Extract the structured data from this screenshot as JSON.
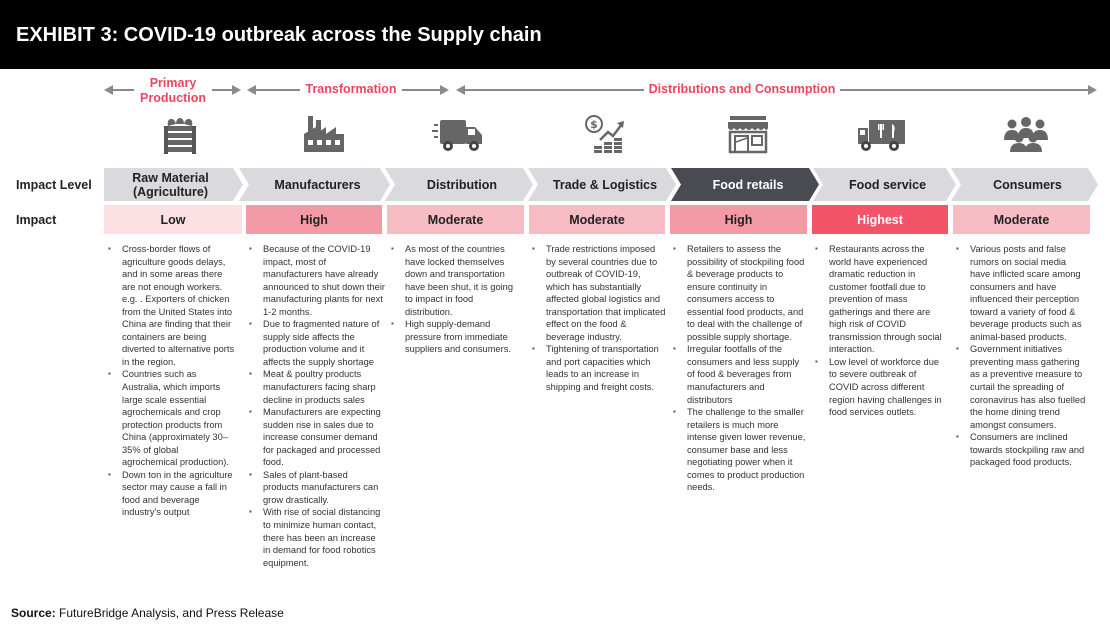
{
  "header": {
    "title": "EXHIBIT 3: COVID-19 outbreak across the Supply chain"
  },
  "stages": {
    "primary": "Primary\nProduction",
    "transformation": "Transformation",
    "distribution": "Distributions and Consumption"
  },
  "row_labels": {
    "impact_level": "Impact Level",
    "impact": "Impact"
  },
  "colors": {
    "chevron_default": "#d9d9de",
    "chevron_active": "#4a4a52",
    "stage_label": "#e8475f",
    "impact_low": "#fde0e4",
    "impact_high": "#f49aa6",
    "impact_moderate": "#f8bcc4",
    "impact_highest": "#f2546a"
  },
  "columns": [
    {
      "icon": "vegetable-crate-icon",
      "stage": "Raw Material\n(Agriculture)",
      "impact": "Low",
      "bullets": [
        "Cross-border flows of agriculture goods delays, and in some areas there are not enough workers. e.g. . Exporters of chicken from the United States into China are finding that their containers are being diverted to alternative ports in the region.",
        "Countries such as Australia, which imports large scale essential agrochemicals and crop protection products from China (approximately 30–35% of global agrochemical production).",
        "Down ton in the agriculture sector may cause a fall in food and beverage industry's output"
      ]
    },
    {
      "icon": "factory-icon",
      "stage": "Manufacturers",
      "impact": "High",
      "bullets": [
        "Because of the COVID-19 impact, most of manufacturers have already announced to shut down their manufacturing plants for next 1-2 months.",
        "Due to fragmented nature of supply side affects the production volume and it affects the supply shortage",
        "Meat & poultry products manufacturers facing sharp decline in products sales",
        "Manufacturers are expecting sudden rise in sales due to increase consumer demand for packaged and processed food.",
        "Sales of plant-based products manufacturers can grow drastically.",
        "With rise of social distancing to minimize human contact, there has been an increase in demand for food robotics equipment."
      ]
    },
    {
      "icon": "delivery-truck-icon",
      "stage": "Distribution",
      "impact": "Moderate",
      "bullets": [
        "As most of the countries have locked themselves down and  transportation have been shut, it is going to impact in food distribution.",
        "High supply-demand pressure from immediate suppliers and consumers."
      ]
    },
    {
      "icon": "dollar-growth-icon",
      "stage": "Trade & Logistics",
      "impact": "Moderate",
      "bullets": [
        "Trade restrictions imposed by several countries due to outbreak of COVID-19, which has substantially affected global logistics and transportation that implicated effect on the food & beverage industry.",
        "Tightening of transportation and port capacities which leads to an increase in shipping and freight costs."
      ]
    },
    {
      "icon": "storefront-icon",
      "stage": "Food retails",
      "impact": "High",
      "bullets": [
        "Retailers to assess the possibility of stockpiling food & beverage products to ensure continuity in consumers access to essential food products, and to deal with the challenge of possible supply shortage.",
        "Irregular footfalls of the consumers and less supply of food & beverages from manufacturers and distributors",
        "The challenge to the smaller retailers is much more intense given lower revenue, consumer base and less negotiating power when it comes to product production needs."
      ]
    },
    {
      "icon": "food-truck-icon",
      "stage": "Food service",
      "impact": "Highest",
      "bullets": [
        "Restaurants across the world have experienced dramatic reduction in customer footfall due to prevention of mass gatherings and there are high risk of COVID transmission through social interaction.",
        "Low level of workforce due to severe outbreak of COVID across different region having challenges in food services outlets."
      ]
    },
    {
      "icon": "people-group-icon",
      "stage": "Consumers",
      "impact": "Moderate",
      "bullets": [
        "Various posts and false rumors on social media have inflicted scare among consumers and have influenced their perception toward a variety of food & beverage products such as animal-based products.",
        "Government initiatives preventing mass gathering as a preventive measure to curtail the spreading of coronavirus has also fuelled the home dining trend amongst consumers.",
        "Consumers are inclined towards stockpiling raw and packaged food products."
      ]
    }
  ],
  "source": {
    "label": "Source:",
    "text": " FutureBridge Analysis, and Press Release"
  }
}
